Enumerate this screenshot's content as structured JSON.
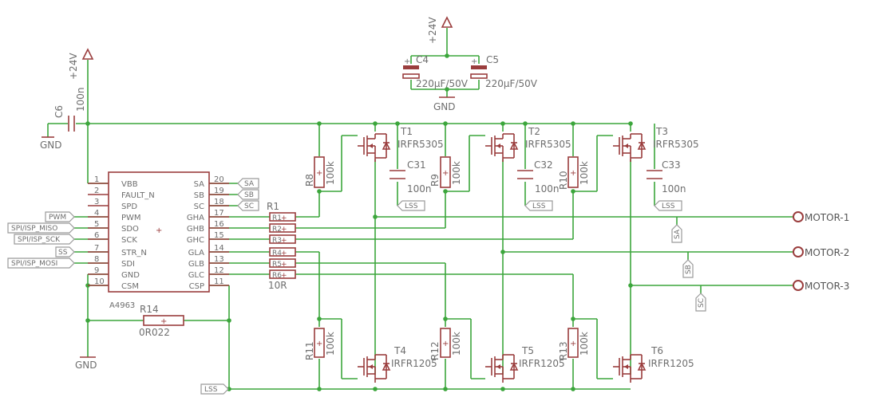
{
  "supply": {
    "v24": "+24V",
    "gnd": "GND"
  },
  "caps": {
    "c4": {
      "name": "C4",
      "value": "220µF/50V"
    },
    "c5": {
      "name": "C5",
      "value": "220µF/50V"
    },
    "c6": {
      "name": "C6",
      "value": "100n"
    },
    "c31": {
      "name": "C31",
      "value": "100n"
    },
    "c32": {
      "name": "C32",
      "value": "100n"
    },
    "c33": {
      "name": "C33",
      "value": "100n"
    }
  },
  "ic": {
    "name": "A4963",
    "left_pins": [
      {
        "num": "1",
        "name": "VBB"
      },
      {
        "num": "2",
        "name": "FAULT_N"
      },
      {
        "num": "3",
        "name": "SPD"
      },
      {
        "num": "4",
        "name": "PWM"
      },
      {
        "num": "5",
        "name": "SDO"
      },
      {
        "num": "6",
        "name": "SCK"
      },
      {
        "num": "7",
        "name": "STR_N"
      },
      {
        "num": "8",
        "name": "SDI"
      },
      {
        "num": "9",
        "name": "GND"
      },
      {
        "num": "10",
        "name": "CSM"
      }
    ],
    "right_pins": [
      {
        "num": "20",
        "name": "SA"
      },
      {
        "num": "19",
        "name": "SB"
      },
      {
        "num": "18",
        "name": "SC"
      },
      {
        "num": "17",
        "name": "GHA"
      },
      {
        "num": "16",
        "name": "GHB"
      },
      {
        "num": "15",
        "name": "GHC"
      },
      {
        "num": "14",
        "name": "GLA"
      },
      {
        "num": "13",
        "name": "GLB"
      },
      {
        "num": "12",
        "name": "GLC"
      },
      {
        "num": "11",
        "name": "CSP"
      }
    ]
  },
  "ports": {
    "pwm": "PWM",
    "miso": "SPI/ISP_MISO",
    "sck": "SPI/ISP_SCK",
    "ss": "SS",
    "mosi": "SPI/ISP_MOSI",
    "sa": "SA",
    "sb": "SB",
    "sc": "SC",
    "lss": "LSS"
  },
  "gate_resistors": {
    "labels": [
      "R1",
      "R2",
      "R3",
      "R4",
      "R5",
      "R6"
    ],
    "value": "10R"
  },
  "resistors": {
    "r8": {
      "name": "R8",
      "value": "100k"
    },
    "r9": {
      "name": "R9",
      "value": "100k"
    },
    "r10": {
      "name": "R10",
      "value": "100k"
    },
    "r11": {
      "name": "R11",
      "value": "100k"
    },
    "r12": {
      "name": "R12",
      "value": "100k"
    },
    "r13": {
      "name": "R13",
      "value": "100k"
    },
    "r14": {
      "name": "R14",
      "value": "0R022"
    }
  },
  "fets": {
    "t1": {
      "name": "T1",
      "part": "IRFR5305"
    },
    "t2": {
      "name": "T2",
      "part": "IRFR5305"
    },
    "t3": {
      "name": "T3",
      "part": "IRFR5305"
    },
    "t4": {
      "name": "T4",
      "part": "IRFR1205"
    },
    "t5": {
      "name": "T5",
      "part": "IRFR1205"
    },
    "t6": {
      "name": "T6",
      "part": "IRFR1205"
    }
  },
  "motor": {
    "m1": "MOTOR-1",
    "m2": "MOTOR-2",
    "m3": "MOTOR-3"
  }
}
